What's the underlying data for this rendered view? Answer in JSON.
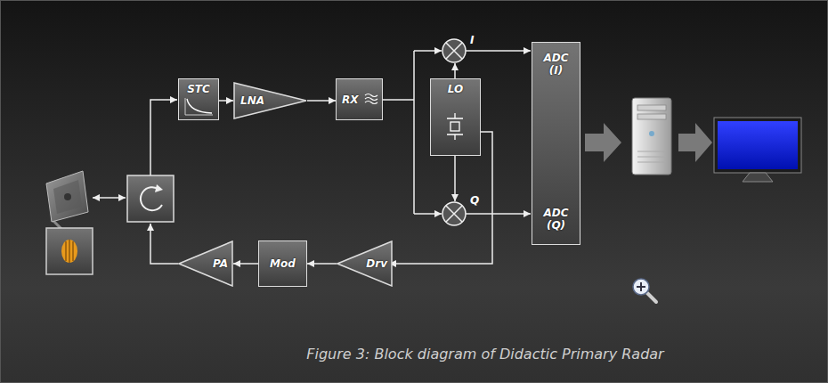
{
  "diagram": {
    "caption": "Figure 3: Block diagram of Didactic Primary Radar",
    "nodes": [
      {
        "text": [
          "STC"
        ]
      },
      {
        "text": [
          "LNA"
        ]
      },
      {
        "text": [
          "RX"
        ]
      },
      {
        "text": [
          "LO"
        ]
      },
      {
        "text": [
          "ADC (I)",
          "ADC (Q)"
        ]
      },
      {
        "text": [
          "Drv"
        ]
      },
      {
        "text": [
          "Mod"
        ]
      },
      {
        "text": [
          "PA"
        ]
      }
    ],
    "edges": [
      {
        "from": 0,
        "to": 1,
        "arrow": "to"
      },
      {
        "from": 1,
        "to": 2,
        "arrow": "to"
      },
      {
        "from": 5,
        "to": 6,
        "arrow": "to"
      },
      {
        "from": 6,
        "to": 7,
        "arrow": "to"
      }
    ],
    "labels": [
      "I",
      "Q"
    ]
  }
}
